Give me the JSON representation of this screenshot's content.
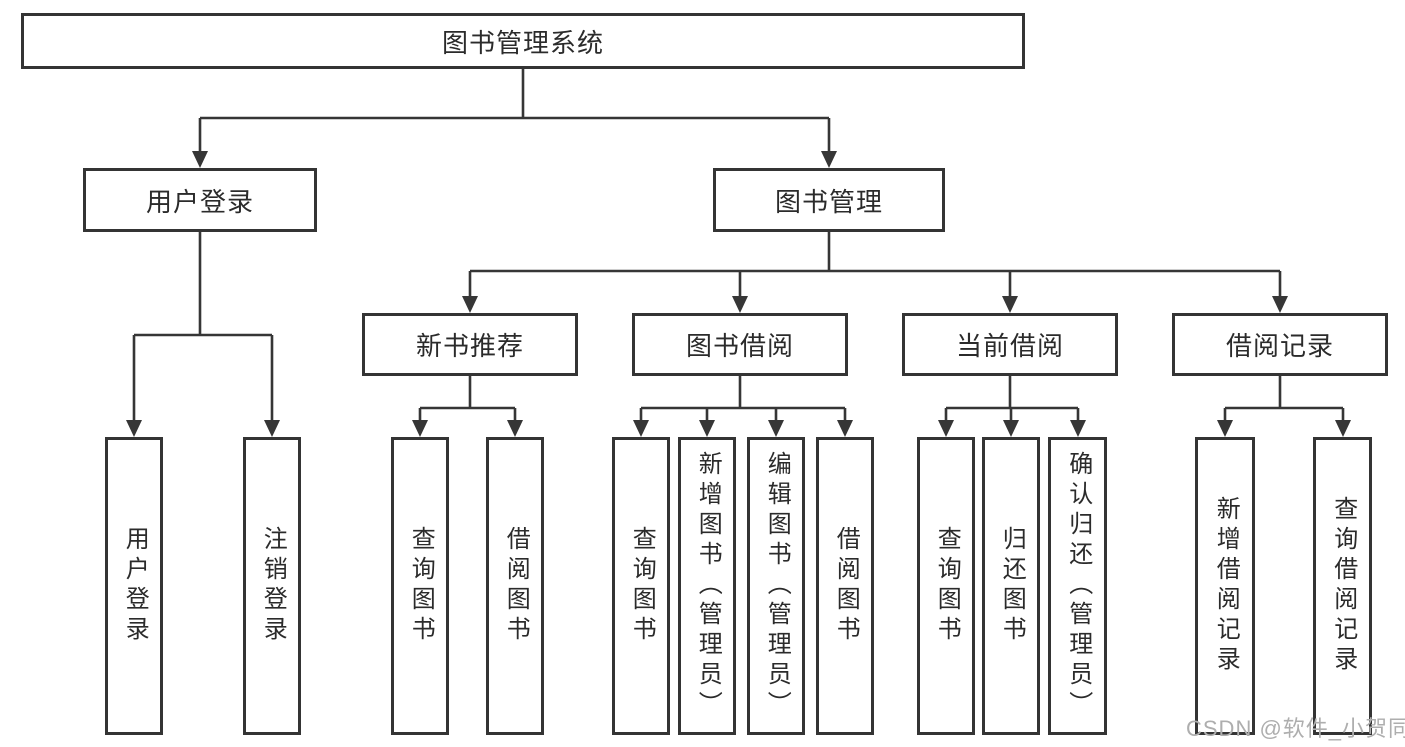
{
  "tree": {
    "root": {
      "label": "图书管理系统"
    },
    "branches": [
      {
        "label": "用户登录",
        "children": [
          {
            "label": "用户登录"
          },
          {
            "label": "注销登录"
          }
        ]
      },
      {
        "label": "图书管理",
        "children": [
          {
            "label": "新书推荐",
            "children": [
              {
                "label": "查询图书"
              },
              {
                "label": "借阅图书"
              }
            ]
          },
          {
            "label": "图书借阅",
            "children": [
              {
                "label": "查询图书"
              },
              {
                "label": "新增图书（管理员）"
              },
              {
                "label": "编辑图书（管理员）"
              },
              {
                "label": "借阅图书"
              }
            ]
          },
          {
            "label": "当前借阅",
            "children": [
              {
                "label": "查询图书"
              },
              {
                "label": "归还图书"
              },
              {
                "label": "确认归还（管理员）"
              }
            ]
          },
          {
            "label": "借阅记录",
            "children": [
              {
                "label": "新增借阅记录"
              },
              {
                "label": "查询借阅记录"
              }
            ]
          }
        ]
      }
    ]
  },
  "watermark": "CSDN @软件_小贺同学",
  "colors": {
    "line": "#363636",
    "box_border": "#343434",
    "text": "#2b2b2b",
    "watermark": "#aeaeae",
    "background": "#ffffff"
  }
}
